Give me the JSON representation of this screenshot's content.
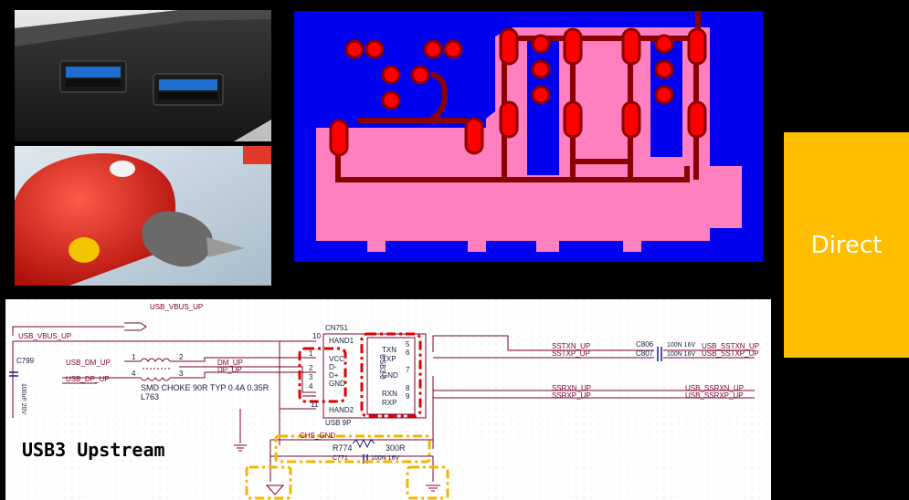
{
  "side_label": "Direct",
  "schematic": {
    "title": "USB3 Upstream",
    "nets": {
      "vbus_top": "USB_VBUS_UP",
      "vbus_left": "USB_VBUS_UP",
      "dm_left": "USB_DM_UP",
      "dp_left": "USB_DP_UP",
      "dm_right": "DM_UP",
      "dp_right": "DP_UP",
      "sstxn": "SSTXN_UP",
      "sstxp": "SSTXP_UP",
      "ssrxn": "SSRXN_UP",
      "ssrxp": "SSRXP_UP",
      "usb_sstxn": "USB_SSTXN_UP",
      "usb_sstxp": "USB_SSTXP_UP",
      "usb_ssrxn": "USB_SSRXN_UP",
      "usb_ssrxp": "USB_SSRXP_UP",
      "gnd_net": "CHS_GND"
    },
    "parts": {
      "connector_ref": "CN751",
      "connector_name": "USB 9P",
      "connector_vertical": "USB3.0",
      "pins": {
        "hand1": "HAND1",
        "hand2": "HAND2",
        "vcc": "VCC",
        "dm": "D-",
        "dp": "D+",
        "gnd": "GND",
        "txn": "TXN",
        "txp": "TXP",
        "gnd2": "GND",
        "rxn": "RXN",
        "rxp": "RXP"
      },
      "pin_numbers": {
        "p10": "10",
        "p1": "1",
        "p2": "2",
        "p3": "3",
        "p4": "4",
        "p11": "11",
        "p5": "5",
        "p6": "6",
        "p7": "7",
        "p8": "8",
        "p9": "9",
        "ch_1": "1",
        "ch_2": "2",
        "ch_4": "4",
        "ch_3": "3"
      },
      "choke_desc": "SMD CHOKE 90R TYP 0.4A 0.35R",
      "choke_ref": "L763",
      "cap_c799": "C799",
      "cap_c799_value": "100uF 20V",
      "cap_c806": "C806",
      "cap_c807": "C807",
      "cap_c806_value": "100N 16V",
      "cap_c807_value": "100N 16V",
      "res_ref": "R774",
      "res_value": "300R",
      "cap_c771": "C771",
      "cap_c771_value": "100N 16V"
    }
  },
  "colors": {
    "board": "#0000f0",
    "copper": "#ff7fbf",
    "trace": "#8b0000",
    "pad": "#ff0000",
    "highlight_red": "#e00000",
    "highlight_orange": "#f5b400",
    "wire": "#7a0030",
    "accent": "#ffbf00"
  },
  "icons": [
    "usb-port-photo-icon",
    "glue-gun-photo-icon",
    "ground-symbol-icon"
  ]
}
